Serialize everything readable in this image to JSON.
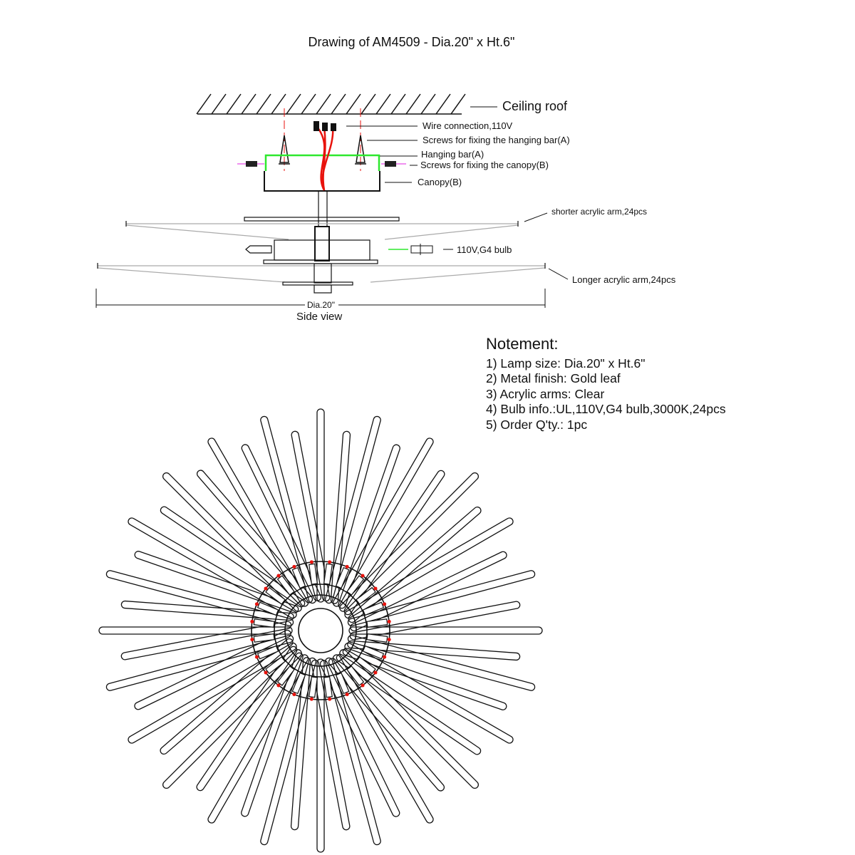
{
  "title": "Drawing of AM4509 - Dia.20\" x Ht.6\"",
  "side_view": {
    "caption": "Side view",
    "dimension": "Dia.20\"",
    "labels": {
      "ceiling": "Ceiling roof",
      "wire": "Wire connection,110V",
      "screws_bar": "Screws for fixing the hanging bar(A)",
      "hanging_bar": "Hanging bar(A)",
      "screws_canopy": "Screws for fixing the canopy(B)",
      "canopy": "Canopy(B)",
      "short_arm": "shorter acrylic arm,24pcs",
      "bulb": "110V,G4 bulb",
      "long_arm": "Longer acrylic arm,24pcs"
    }
  },
  "notes": {
    "heading": "Notement:",
    "items": [
      "1) Lamp size: Dia.20\" x Ht.6\"",
      "2) Metal finish: Gold leaf",
      "3) Acrylic arms: Clear",
      "4) Bulb info.:UL,110V,G4 bulb,3000K,24pcs",
      "5) Order Q'ty.: 1pc"
    ]
  },
  "top_view": {
    "arm_count": 48,
    "bulb_count": 24
  },
  "colors": {
    "line": "#111111",
    "wire": "#e8120c",
    "bar": "#2ee82e",
    "screw_axis": "#e020e0",
    "center": "#e8120c"
  }
}
